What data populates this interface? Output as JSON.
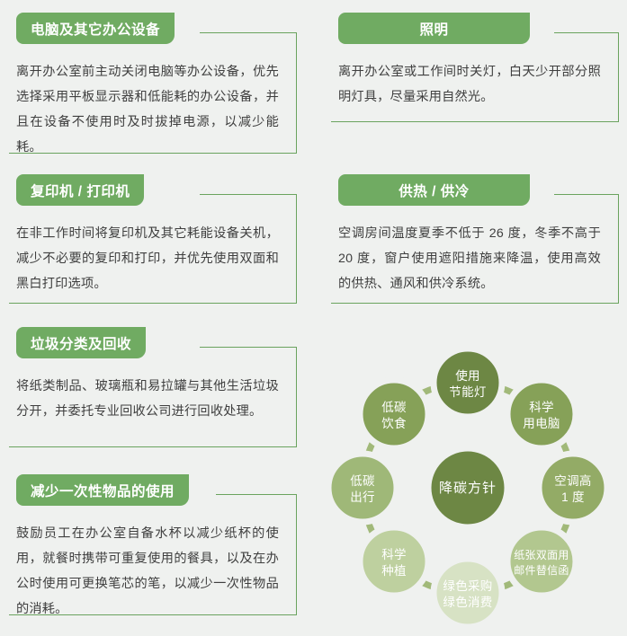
{
  "theme": {
    "background": "#eff1ef",
    "tab_green": "#70ab62",
    "border_green": "#6aa35e",
    "body_text": "#3f3f3f"
  },
  "cards": [
    {
      "id": "computers-office-equipment",
      "title": "电脑及其它办公设备",
      "title_align": "left",
      "body": "离开办公室前主动关闭电脑等办公设备，优先选择采用平板显示器和低能耗的办公设备，并且在设备不使用时及时拔掉电源，以减少能耗。"
    },
    {
      "id": "lighting",
      "title": "照明",
      "title_align": "center",
      "body": "离开办公室或工作间时关灯，白天少开部分照明灯具，尽量采用自然光。"
    },
    {
      "id": "copier-printer",
      "title": "复印机 / 打印机",
      "title_align": "left",
      "body": "在非工作时间将复印机及其它耗能设备关机，减少不必要的复印和打印，并优先使用双面和黑白打印选项。"
    },
    {
      "id": "heating-cooling",
      "title": "供热 / 供冷",
      "title_align": "center",
      "body": "空调房间温度夏季不低于 26 度，冬季不高于 20 度，窗户使用遮阳措施来降温，使用高效的供热、通风和供冷系统。"
    },
    {
      "id": "waste-sorting-recycling",
      "title": "垃圾分类及回收",
      "title_align": "left",
      "body": "将纸类制品、玻璃瓶和易拉罐与其他生活垃圾分开，并委托专业回收公司进行回收处理。"
    },
    {
      "id": "reduce-single-use",
      "title": "减少一次性物品的使用",
      "title_align": "left",
      "body": "鼓励员工在办公室自备水杯以减少纸杯的使用，就餐时携带可重复使用的餐具，以及在办公时使用可更换笔芯的笔，以减少一次性物品的消耗。"
    }
  ],
  "diagram": {
    "center": {
      "label": "降碳方针",
      "color": "#6d8744"
    },
    "ring_color": "#9cb572",
    "nodes": [
      {
        "id": "energy-saving-lamp",
        "lines": [
          "使用",
          "节能灯"
        ],
        "color": "#6d8744"
      },
      {
        "id": "scientific-computer",
        "lines": [
          "科学",
          "用电脑"
        ],
        "color": "#86a158"
      },
      {
        "id": "ac-up-one-degree",
        "lines": [
          "空调高",
          "1 度"
        ],
        "color": "#93ab66"
      },
      {
        "id": "duplex-paper-email",
        "lines": [
          "纸张双面用",
          "邮件替信函"
        ],
        "color": "#b2c78f",
        "small": true
      },
      {
        "id": "green-purchase",
        "lines": [
          "绿色采购",
          "绿色消费"
        ],
        "color": "#d7e2c4"
      },
      {
        "id": "scientific-planting",
        "lines": [
          "科学",
          "种植"
        ],
        "color": "#bed09f"
      },
      {
        "id": "low-carbon-travel",
        "lines": [
          "低碳",
          "出行"
        ],
        "color": "#9fb878"
      },
      {
        "id": "low-carbon-diet",
        "lines": [
          "低碳",
          "饮食"
        ],
        "color": "#86a158"
      }
    ]
  }
}
